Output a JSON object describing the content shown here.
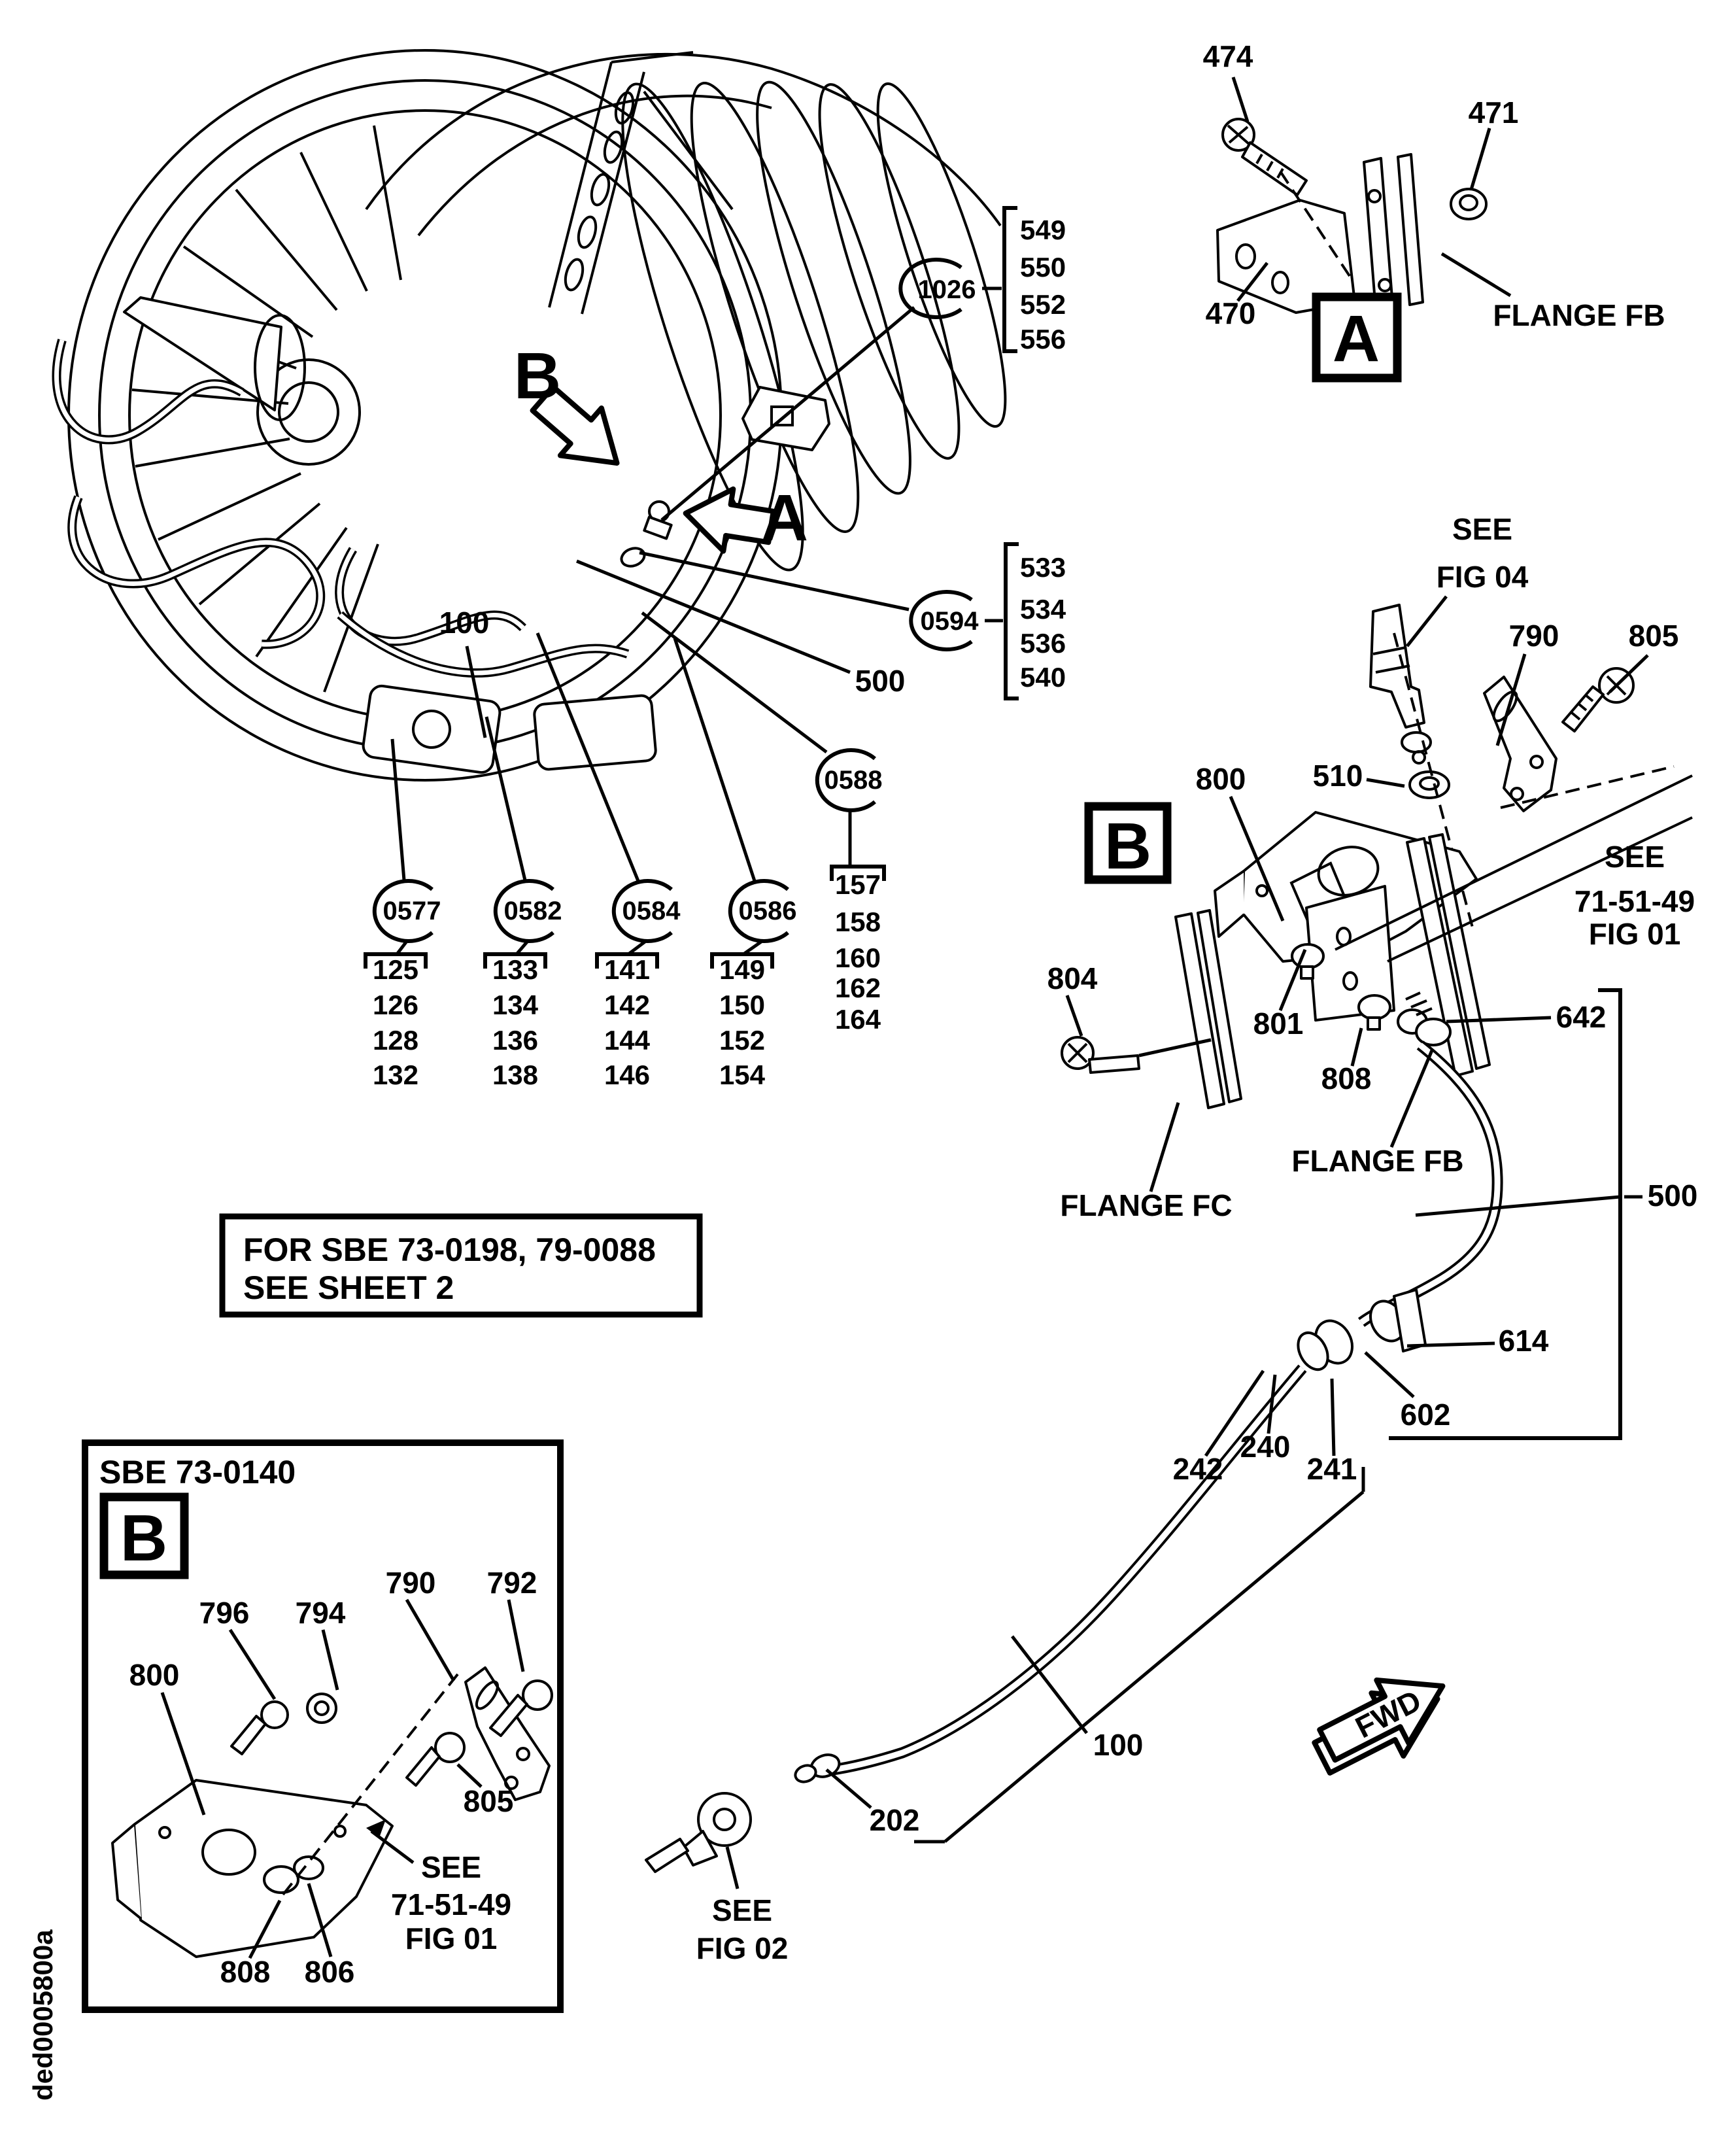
{
  "page": {
    "drawing_id": "ded0005800a"
  },
  "detail_a": {
    "letter": "A",
    "p474": "474",
    "p471": "471",
    "p470": "470",
    "flange_fb": "FLANGE FB"
  },
  "engine": {
    "arrow_b": "B",
    "arrow_a": "A",
    "p100": "100",
    "p500": "500"
  },
  "callout_1026": {
    "id": "1026",
    "items": [
      "549",
      "550",
      "552",
      "556"
    ]
  },
  "callout_0594": {
    "id": "0594",
    "items": [
      "533",
      "534",
      "536",
      "540"
    ]
  },
  "callout_0588": {
    "id": "0588",
    "items": [
      "157",
      "158",
      "160",
      "162",
      "164"
    ]
  },
  "callout_0577": {
    "id": "0577",
    "items": [
      "125",
      "126",
      "128",
      "132"
    ]
  },
  "callout_0582": {
    "id": "0582",
    "items": [
      "133",
      "134",
      "136",
      "138"
    ]
  },
  "callout_0584": {
    "id": "0584",
    "items": [
      "141",
      "142",
      "144",
      "146"
    ]
  },
  "callout_0586": {
    "id": "0586",
    "items": [
      "149",
      "150",
      "152",
      "154"
    ]
  },
  "detail_b": {
    "letter": "B",
    "see_fig_04": [
      "SEE",
      "FIG 04"
    ],
    "p790": "790",
    "p805": "805",
    "p510": "510",
    "p800": "800",
    "see_ref": [
      "SEE",
      "71-51-49",
      "FIG 01"
    ],
    "p804": "804",
    "p801": "801",
    "p808": "808",
    "p642": "642",
    "flange_fb": "FLANGE FB",
    "flange_fc": "FLANGE FC",
    "p500": "500",
    "p614": "614",
    "p602": "602",
    "p242": "242",
    "p240": "240",
    "p241": "241"
  },
  "sheet_note": {
    "line1": "FOR SBE 73-0198, 79-0088",
    "line2": "SEE SHEET 2"
  },
  "sbe_detail": {
    "title": "SBE 73-0140",
    "letter": "B",
    "p796": "796",
    "p794": "794",
    "p790": "790",
    "p792": "792",
    "p800": "800",
    "p805": "805",
    "see_ref": [
      "SEE",
      "71-51-49",
      "FIG 01"
    ],
    "p808": "808",
    "p806": "806"
  },
  "tube_run": {
    "p100": "100",
    "p202": "202",
    "see_fig_02": [
      "SEE",
      "FIG 02"
    ]
  },
  "fwd": {
    "label": "FWD"
  }
}
